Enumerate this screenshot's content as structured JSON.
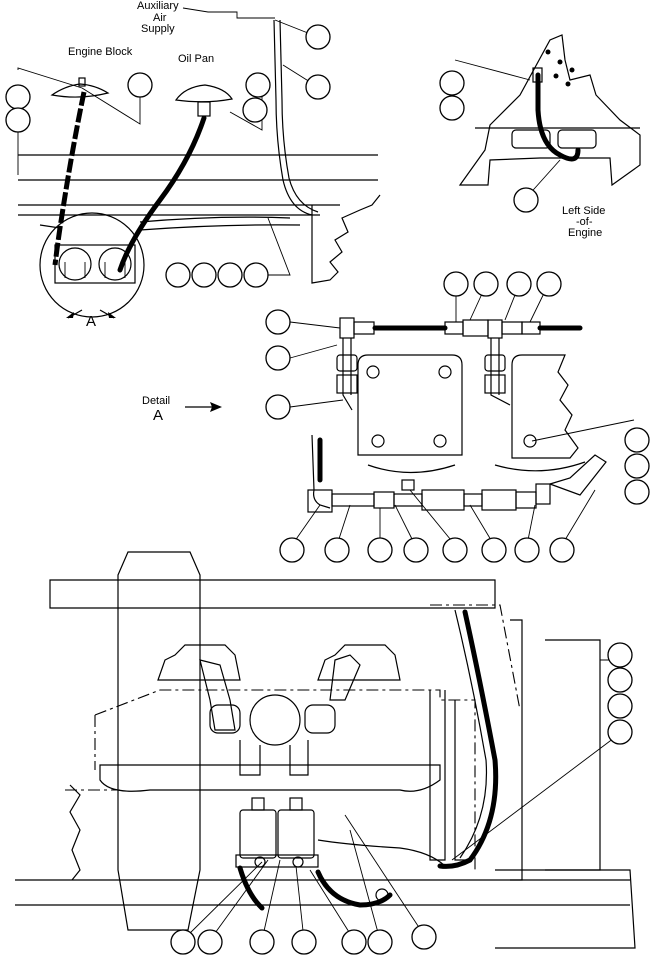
{
  "labels": {
    "auxiliary_air_supply": [
      "Auxiliary",
      "Air",
      "Supply"
    ],
    "engine_block": "Engine Block",
    "oil_pan": "Oil Pan",
    "left_side_of_engine": [
      "Left Side",
      "-of-",
      "Engine"
    ],
    "detail": "Detail",
    "detail_letter": "A",
    "view_a": "A"
  },
  "icons": {
    "callout": "callout-circle-icon",
    "arrow": "detail-arrow-icon"
  },
  "colors": {
    "ink": "#000000",
    "paper": "#ffffff"
  }
}
